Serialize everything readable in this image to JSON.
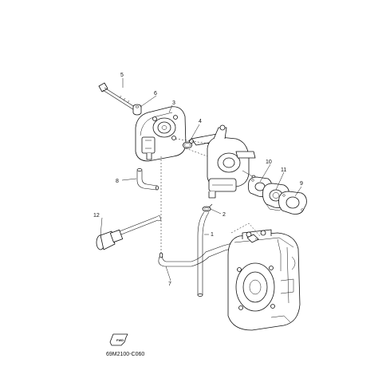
{
  "diagram": {
    "callouts": {
      "c1": "1",
      "c2": "2",
      "c3": "3",
      "c4": "4",
      "c5": "5",
      "c6": "6",
      "c7": "7",
      "c8": "8",
      "c9": "9",
      "c10": "10",
      "c11": "11",
      "c12": "12"
    },
    "fwd_label": "FWD",
    "drawing_code": "69M2100-C060"
  }
}
